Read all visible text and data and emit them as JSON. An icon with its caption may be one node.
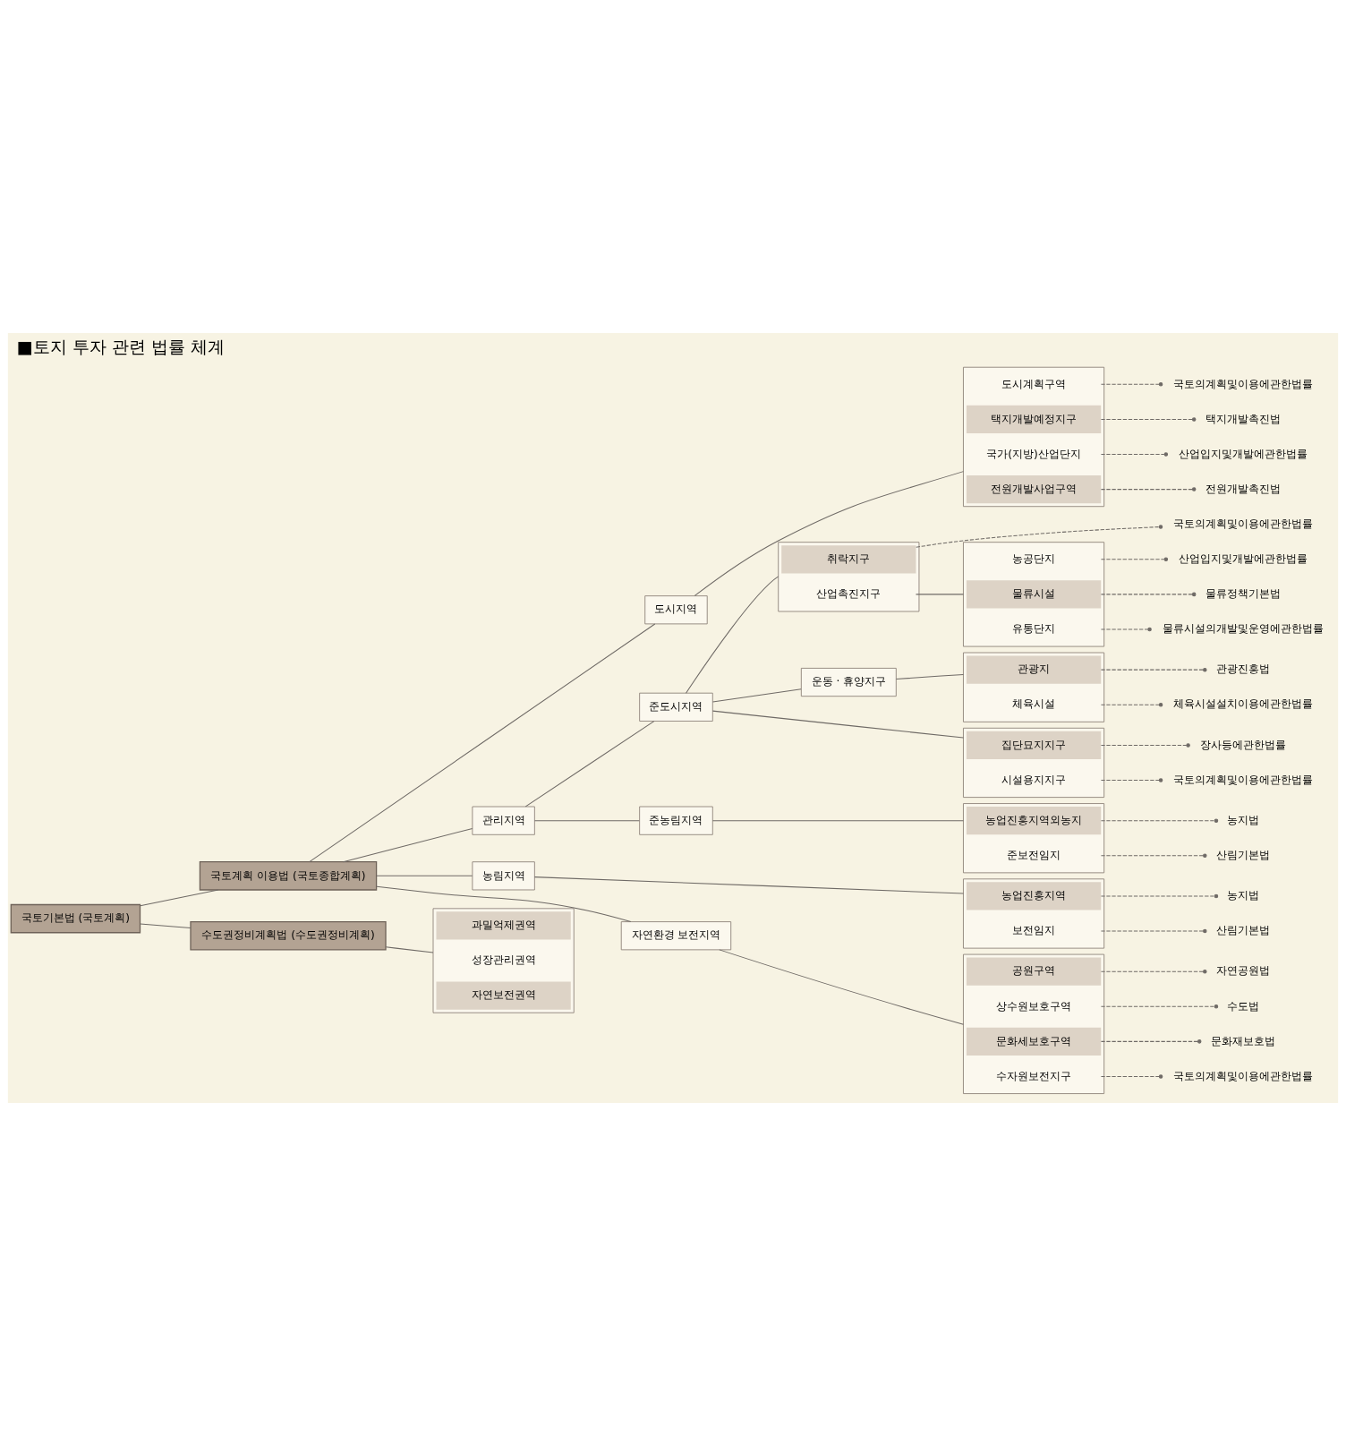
{
  "diagram": {
    "title": "■토지 투자 관련 법률 체계",
    "nodes": [
      {
        "text": [
          "국토기본법 (국토계획)"
        ]
      },
      {
        "text": [
          "국토계획 이용법 (국토종합계획)"
        ]
      },
      {
        "text": [
          "수도권정비계획법 (수도권정비계획)"
        ]
      },
      {
        "text": [
          "도시지역"
        ]
      },
      {
        "text": [
          "관리지역"
        ]
      },
      {
        "text": [
          "농림지역"
        ]
      },
      {
        "text": [
          "자연환경 보전지역"
        ]
      },
      {
        "text": [],
        "shape": "box"
      },
      {
        "text": [
          "도시계획구역"
        ],
        "in": 7
      },
      {
        "text": [
          "택지개발예정지구"
        ],
        "in": 7
      },
      {
        "text": [
          "국가(지방)산업단지"
        ],
        "in": 7
      },
      {
        "text": [
          "전원개발사업구역"
        ],
        "in": 7
      },
      {
        "text": [
          "준도시지역"
        ]
      },
      {
        "text": [
          "준농림지역"
        ]
      },
      {
        "text": [],
        "shape": "box"
      },
      {
        "text": [
          "취락지구"
        ],
        "in": 14
      },
      {
        "text": [
          "산업촉진지구"
        ],
        "in": 14
      },
      {
        "text": [
          "운동 · 휴양지구"
        ]
      },
      {
        "text": [],
        "shape": "box"
      },
      {
        "text": [
          "집단묘지지구"
        ],
        "in": 18
      },
      {
        "text": [
          "시설용지지구"
        ],
        "in": 18
      },
      {
        "text": [],
        "shape": "box"
      },
      {
        "text": [
          "농공단지"
        ],
        "in": 21
      },
      {
        "text": [
          "물류시설"
        ],
        "in": 21
      },
      {
        "text": [
          "유통단지"
        ],
        "in": 21
      },
      {
        "text": [],
        "shape": "box"
      },
      {
        "text": [
          "관광지"
        ],
        "in": 25
      },
      {
        "text": [
          "체육시설"
        ],
        "in": 25
      },
      {
        "text": [],
        "shape": "box"
      },
      {
        "text": [
          "농업진흥지역외농지"
        ],
        "in": 28
      },
      {
        "text": [
          "준보전임지"
        ],
        "in": 28
      },
      {
        "text": [],
        "shape": "box"
      },
      {
        "text": [
          "농업진흥지역"
        ],
        "in": 31
      },
      {
        "text": [
          "보전임지"
        ],
        "in": 31
      },
      {
        "text": [],
        "shape": "box"
      },
      {
        "text": [
          "공원구역"
        ],
        "in": 34
      },
      {
        "text": [
          "상수원보호구역"
        ],
        "in": 34
      },
      {
        "text": [
          "문화세보호구역"
        ],
        "in": 34
      },
      {
        "text": [
          "수자원보전지구"
        ],
        "in": 34
      },
      {
        "text": [],
        "shape": "box"
      },
      {
        "text": [
          "과밀억제권역"
        ],
        "in": 39
      },
      {
        "text": [
          "성장관리권역"
        ],
        "in": 39
      },
      {
        "text": [
          "자연보전권역"
        ],
        "in": 39
      },
      {
        "text": [
          "국토의계획및이용에관한법률"
        ]
      },
      {
        "text": [
          "택지개발촉진법"
        ]
      },
      {
        "text": [
          "산업입지및개발에관한법률"
        ]
      },
      {
        "text": [
          "전원개발촉진법"
        ]
      },
      {
        "text": [
          "국토의계획및이용에관한법률"
        ]
      },
      {
        "text": [
          "산업입지및개발에관한법률"
        ]
      },
      {
        "text": [
          "물류정책기본법"
        ]
      },
      {
        "text": [
          "물류시설의개발및운영에관한법률"
        ]
      },
      {
        "text": [
          "관광진흥법"
        ]
      },
      {
        "text": [
          "체육시설설치이용에관한법률"
        ]
      },
      {
        "text": [
          "장사등에관한법률"
        ]
      },
      {
        "text": [
          "국토의계획및이용에관한법률"
        ]
      },
      {
        "text": [
          "농지법"
        ]
      },
      {
        "text": [
          "산림기본법"
        ]
      },
      {
        "text": [
          "농지법"
        ]
      },
      {
        "text": [
          "산림기본법"
        ]
      },
      {
        "text": [
          "자연공원법"
        ]
      },
      {
        "text": [
          "수도법"
        ]
      },
      {
        "text": [
          "문화재보호법"
        ]
      },
      {
        "text": [
          "국토의계획및이용에관한법률"
        ]
      }
    ],
    "edges": [
      {
        "from": 0,
        "to": 1,
        "arrow": "none"
      },
      {
        "from": 0,
        "to": 2,
        "arrow": "none"
      },
      {
        "from": 1,
        "to": 3,
        "arrow": "none"
      },
      {
        "from": 1,
        "to": 4,
        "arrow": "none"
      },
      {
        "from": 1,
        "to": 5,
        "arrow": "none"
      },
      {
        "from": 1,
        "to": 6,
        "arrow": "none"
      },
      {
        "from": 3,
        "to": 7,
        "arrow": "none"
      },
      {
        "from": 4,
        "to": 12,
        "arrow": "none"
      },
      {
        "from": 4,
        "to": 13,
        "arrow": "none"
      },
      {
        "from": 12,
        "to": 14,
        "arrow": "none"
      },
      {
        "from": 12,
        "to": 17,
        "arrow": "none"
      },
      {
        "from": 12,
        "to": 18,
        "arrow": "none"
      },
      {
        "from": 16,
        "to": 21,
        "arrow": "none"
      },
      {
        "from": 17,
        "to": 25,
        "arrow": "none"
      },
      {
        "from": 13,
        "to": 28,
        "arrow": "none"
      },
      {
        "from": 5,
        "to": 31,
        "arrow": "none"
      },
      {
        "from": 6,
        "to": 34,
        "arrow": "none"
      },
      {
        "from": 2,
        "to": 39,
        "arrow": "none"
      },
      {
        "from": 8,
        "to": 43,
        "arrow": "other",
        "style": "dashed"
      },
      {
        "from": 9,
        "to": 44,
        "arrow": "other",
        "style": "dashed"
      },
      {
        "from": 10,
        "to": 45,
        "arrow": "other",
        "style": "dashed"
      },
      {
        "from": 11,
        "to": 46,
        "arrow": "other",
        "style": "dashed"
      },
      {
        "from": 15,
        "to": 47,
        "arrow": "other",
        "style": "dashed"
      },
      {
        "from": 22,
        "to": 48,
        "arrow": "other",
        "style": "dashed"
      },
      {
        "from": 23,
        "to": 49,
        "arrow": "other",
        "style": "dashed"
      },
      {
        "from": 24,
        "to": 50,
        "arrow": "other",
        "style": "dashed"
      },
      {
        "from": 26,
        "to": 51,
        "arrow": "other",
        "style": "dashed"
      },
      {
        "from": 27,
        "to": 52,
        "arrow": "other",
        "style": "dashed"
      },
      {
        "from": 19,
        "to": 53,
        "arrow": "other",
        "style": "dashed"
      },
      {
        "from": 20,
        "to": 54,
        "arrow": "other",
        "style": "dashed"
      },
      {
        "from": 29,
        "to": 55,
        "arrow": "other",
        "style": "dashed"
      },
      {
        "from": 30,
        "to": 56,
        "arrow": "other",
        "style": "dashed"
      },
      {
        "from": 32,
        "to": 57,
        "arrow": "other",
        "style": "dashed"
      },
      {
        "from": 33,
        "to": 58,
        "arrow": "other",
        "style": "dashed"
      },
      {
        "from": 35,
        "to": 59,
        "arrow": "other",
        "style": "dashed"
      },
      {
        "from": 36,
        "to": 60,
        "arrow": "other",
        "style": "dashed"
      },
      {
        "from": 37,
        "to": 61,
        "arrow": "other",
        "style": "dashed"
      },
      {
        "from": 38,
        "to": 62,
        "arrow": "other",
        "style": "dashed"
      }
    ]
  }
}
